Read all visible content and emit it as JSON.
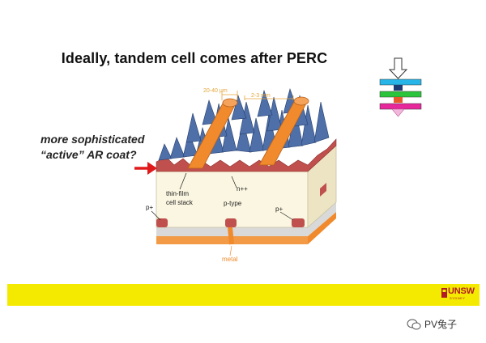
{
  "slide": {
    "title": "Ideally, tandem cell comes after PERC",
    "note_line1": "more sophisticated",
    "note_line2": "“active” AR coat?"
  },
  "diagram": {
    "dim_finger_spacing": "20-40 µm",
    "dim_finger_width": "2-3 mm",
    "label_thin_film": "thin-film",
    "label_cell_stack": "cell stack",
    "label_n_plus": "n++",
    "label_p_type": "p-type",
    "label_p_plus_left": "p+",
    "label_p_plus_right": "p+",
    "label_metal": "metal"
  },
  "legend_icon": {
    "layer_colors": [
      "#27b4e6",
      "#2cc43a",
      "#e6289a"
    ]
  },
  "footer": {
    "logo_text": "UNSW",
    "logo_subtext": "SYDNEY"
  },
  "watermark": {
    "text": "PV兔子"
  },
  "colors": {
    "footer_bar": "#f4ea00",
    "arrow_red": "#e01a1a",
    "ar_coat": "#c0504d",
    "finger_orange": "#f08a2c",
    "cell_body": "#fbf6e1"
  }
}
